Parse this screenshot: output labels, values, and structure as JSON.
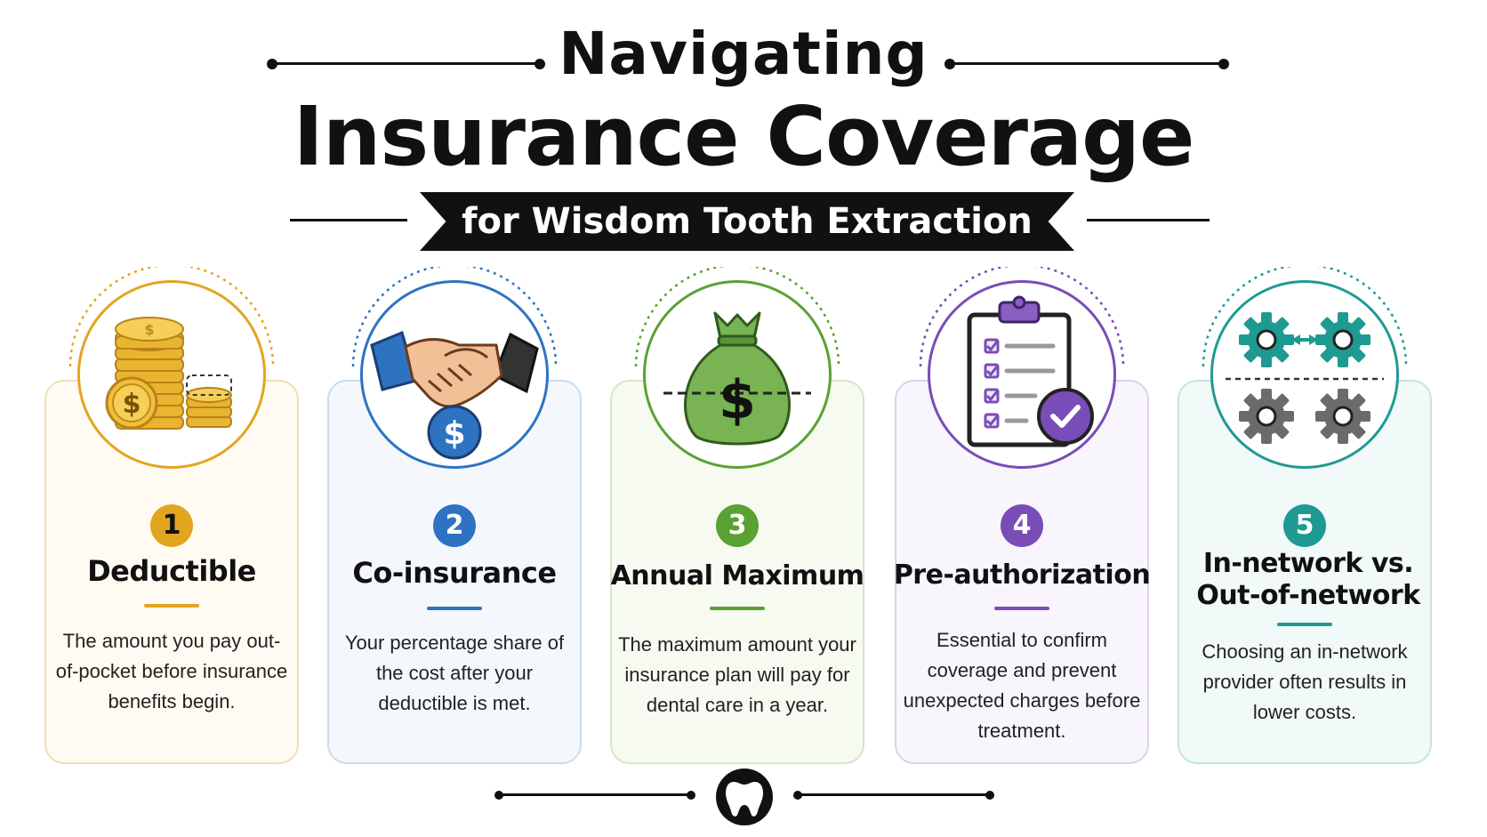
{
  "header": {
    "title_line1": "Navigating",
    "title_line2": "Insurance Coverage",
    "subtitle": "for Wisdom Tooth Extraction"
  },
  "colors": {
    "gold": "#e2a51f",
    "blue": "#2e73c2",
    "green": "#5aa133",
    "purple": "#7a4cb8",
    "teal": "#1f9a92",
    "dark": "#111111"
  },
  "cards": [
    {
      "number": "1",
      "title": "Deductible",
      "description": "The amount you pay out-of-pocket before insurance benefits begin.",
      "icon": "coin-stack-icon"
    },
    {
      "number": "2",
      "title": "Co-insurance",
      "description": "Your percentage share of the cost after your deductible is met.",
      "icon": "handshake-icon"
    },
    {
      "number": "3",
      "title": "Annual Maximum",
      "description": "The maximum amount your insurance plan will pay for dental care in a year.",
      "icon": "money-bag-icon"
    },
    {
      "number": "4",
      "title": "Pre-authorization",
      "description": "Essential to confirm coverage and prevent unexpected charges before treatment.",
      "icon": "clipboard-check-icon"
    },
    {
      "number": "5",
      "title": "In-network vs. Out-of-network",
      "description": "Choosing an in-network provider often results in lower costs.",
      "icon": "gears-network-icon"
    }
  ],
  "footer": {
    "icon": "tooth-icon"
  }
}
